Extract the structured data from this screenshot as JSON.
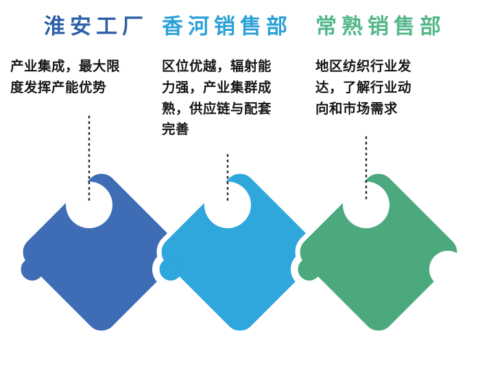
{
  "figure": {
    "columns": [
      {
        "title": "淮安工厂",
        "title_color": "#2c5fa6",
        "piece_color": "#3e6db5",
        "description": "产业集成，最大限度发挥产能优势"
      },
      {
        "title": "香河销售部",
        "title_color": "#2ba0d7",
        "piece_color": "#2fa6dc",
        "description": "区位优越，辐射能力强，产业集群成熟，供应链与配套完善"
      },
      {
        "title": "常熟销售部",
        "title_color": "#54b78a",
        "piece_color": "#4ca97e",
        "description": "地区纺织行业发达，了解行业动向和市场需求"
      }
    ],
    "text_color": "#161616",
    "leader_line_color": "#2e2e2e",
    "background": "#ffffff"
  }
}
